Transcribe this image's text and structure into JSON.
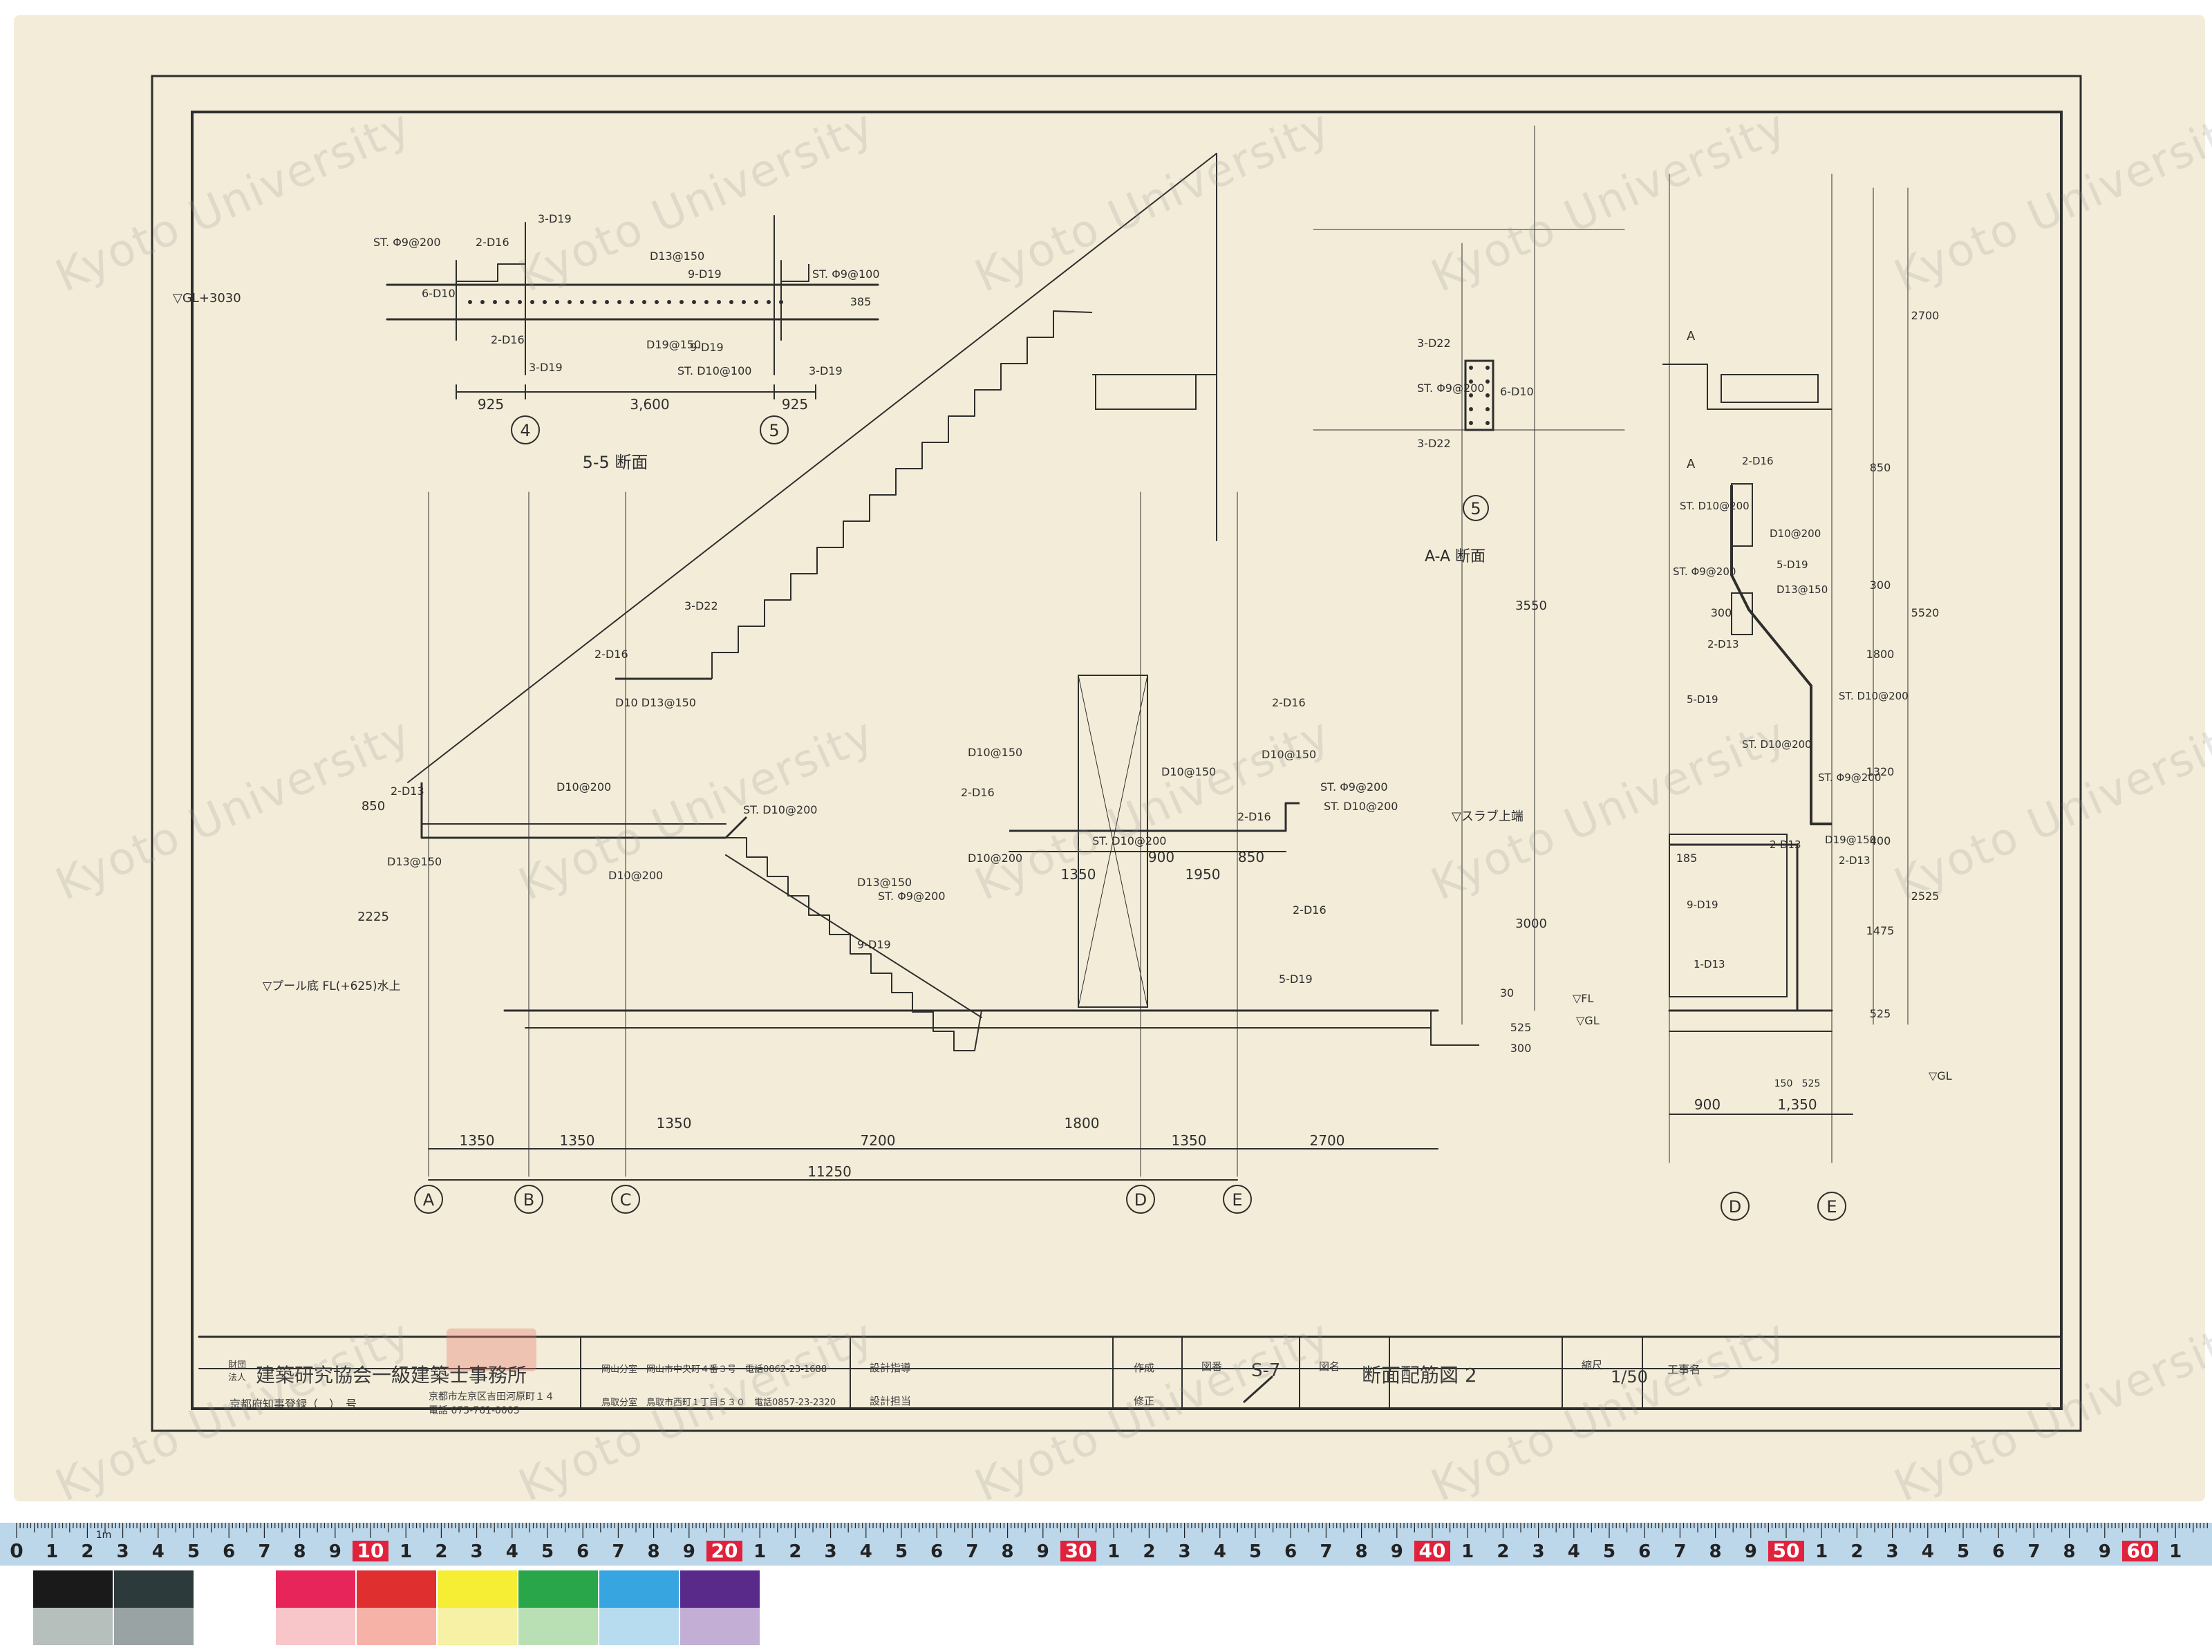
{
  "watermark": "Kyoto University",
  "title_block": {
    "org_prefix_top": "財団",
    "org_prefix_bottom": "法人",
    "org_name": "建築研究協会一級建築士事務所",
    "registration": "京都府知事登録（　）　号",
    "address": "京都市左京区吉田河原町１４",
    "phone": "電話 075-761-0003",
    "branch_1": "岡山分室　岡山市中央町４番３号　電話0862-23-1688",
    "branch_2": "鳥取分室　鳥取市西町１丁目５３０　電話0857-23-2320",
    "design_guidance": "設計指導",
    "design_charge": "設計担当",
    "created_label": "作成",
    "revision_label": "修正",
    "drawing_no_label": "図番",
    "drawing_no": "S-7",
    "drawing_name_label": "図名",
    "drawing_name": "断面配筋図 2",
    "scale_label": "縮尺",
    "scale": "1/50",
    "project_label": "工事名"
  },
  "drawing_labels": {
    "section_55": "5-5 断面",
    "section_aa": "A-A 断面",
    "gl": "▽GL+3030",
    "top_fl": "▽FL",
    "gl_mark": "▽GL",
    "slab_note": "▽スラブ上端",
    "pool_note": "▽プール底 FL(+625)水上"
  },
  "reinforcement_labels": [
    "ST. Φ9@200",
    "2-D16",
    "3-D19",
    "D13@150",
    "9-D19",
    "ST. Φ9@100",
    "6-D10",
    "2-D16",
    "3-D19",
    "D19@150",
    "ST. D10@100",
    "9-D19",
    "3-D19",
    "3-D22",
    "ST. Φ9@200",
    "6-D10",
    "3-D22",
    "2-D16",
    "D10 D13@150",
    "2-D13",
    "D10@200",
    "D13@150",
    "D10@200",
    "ST. D10@200",
    "D13@150",
    "9-D19",
    "D10@150",
    "2-D16",
    "D10@150",
    "2-D16",
    "D10@150",
    "ST. Φ9@200",
    "ST. D10@200",
    "2-D16",
    "2-D16",
    "ST. D10@200",
    "D10@200",
    "5-D19",
    "ST. Φ9@200",
    "D13@150",
    "2-D13",
    "5-D19",
    "ST. D10@200",
    "ST. D10@200",
    "ST. Φ9@200",
    "2-D13",
    "2-D13",
    "D19@150",
    "9-D19",
    "1-D13"
  ],
  "dimensions_top_plan": [
    "925",
    "3,600",
    "925",
    "385"
  ],
  "grid_top_plan": [
    "4",
    "5"
  ],
  "grid_main": [
    "A",
    "B",
    "C",
    "D",
    "E"
  ],
  "dimensions_bottom_main": [
    "1350",
    "1350",
    "1350",
    "7200",
    "1800",
    "1350",
    "2700",
    "11250",
    "1350",
    "1950",
    "900",
    "850"
  ],
  "dimensions_vertical_main": [
    "850",
    "2225",
    "3550",
    "3000",
    "525",
    "300",
    "30"
  ],
  "grid_right": [
    "D",
    "E"
  ],
  "dimensions_bottom_right": [
    "900",
    "1,350",
    "150",
    "525"
  ],
  "dimensions_vertical_right": [
    "2700",
    "850",
    "300",
    "1800",
    "1320",
    "5520",
    "2525",
    "1475",
    "525",
    "400",
    "185",
    "300"
  ],
  "grid_mid": [
    "5"
  ],
  "ruler": {
    "major_labels": [
      "0",
      "10",
      "20",
      "30",
      "40",
      "50",
      "60"
    ],
    "digits": [
      "1",
      "2",
      "3",
      "4",
      "5",
      "6",
      "7",
      "8",
      "9"
    ],
    "unit": "1m"
  },
  "colors": {
    "paper": "#f3ecd8",
    "ink": "#2e2e2e",
    "ruler_bg": "#bcd6ea",
    "ruler_red": "#e0223c"
  },
  "swatches": [
    "#1a1a1a",
    "#2d3a3c",
    "#ffffff",
    "#e8255a",
    "#e02f2f",
    "#f5ee34",
    "#2aa64a",
    "#36a5e0",
    "#5a2a8a",
    "#b7bfbd",
    "#9aa3a3",
    "#ffffff",
    "#f8c6c8",
    "#f7b2a8",
    "#f6f1a4",
    "#b9dfb5",
    "#b8dcef",
    "#c3aed6"
  ]
}
